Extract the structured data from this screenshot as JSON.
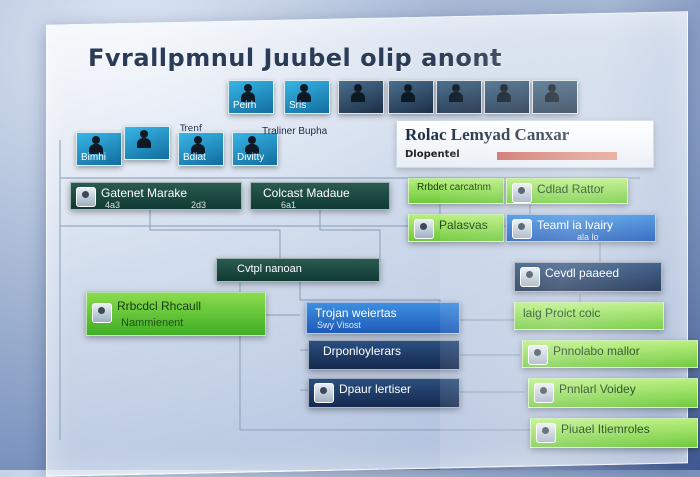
{
  "title": "Fvrallpmnul Juubel olip anont",
  "header": {
    "title": "Rolac Lemyad Canxar",
    "subtitle": "Dlopentel"
  },
  "labels": {
    "trainer": "Traliner",
    "bupha": "Bupha",
    "trenf": "Trenf"
  },
  "top_tiles": [
    {
      "label": "Peirh"
    },
    {
      "label": "Sris"
    },
    {
      "label": ""
    },
    {
      "label": ""
    },
    {
      "label": ""
    },
    {
      "label": ""
    },
    {
      "label": ""
    }
  ],
  "second_tiles": [
    {
      "label": "Bimhi"
    },
    {
      "label": ""
    },
    {
      "label": "Bdiat"
    },
    {
      "label": "Divitty"
    }
  ],
  "nodes": [
    {
      "name": "Gatenet Marake",
      "sub": "4a3",
      "sub2": "2d3"
    },
    {
      "name": "Colcast Madaue",
      "sub": "6a1",
      "sub2": ""
    },
    {
      "name": "Rrbdet carcatnm",
      "sub": "",
      "sub2": ""
    },
    {
      "name": "Cdlad Rattor",
      "sub": "",
      "sub2": ""
    },
    {
      "name": "Palasvas",
      "sub": "",
      "sub2": ""
    },
    {
      "name": "Teaml ia lvairy",
      "sub": "ala lo",
      "sub2": ""
    },
    {
      "name": "Cvtpl nanoan",
      "sub": "",
      "sub2": ""
    },
    {
      "name": "Rrbcdcl Rhcaull",
      "sub": "Nammienent",
      "sub2": ""
    },
    {
      "name": "Cevdl paaeed",
      "sub": "",
      "sub2": ""
    },
    {
      "name": "Trojan weiertas",
      "sub": "Swy Visost",
      "sub2": ""
    },
    {
      "name": "laig Proict coic",
      "sub": "",
      "sub2": ""
    },
    {
      "name": "Drponloylerars",
      "sub": "",
      "sub2": ""
    },
    {
      "name": "Pnnolabo mallor",
      "sub": "",
      "sub2": ""
    },
    {
      "name": "Dpaur lertiser",
      "sub": "",
      "sub2": ""
    },
    {
      "name": "Pnnlarl Voidey",
      "sub": "",
      "sub2": ""
    },
    {
      "name": "Piuael Itiemroles",
      "sub": "",
      "sub2": ""
    }
  ]
}
